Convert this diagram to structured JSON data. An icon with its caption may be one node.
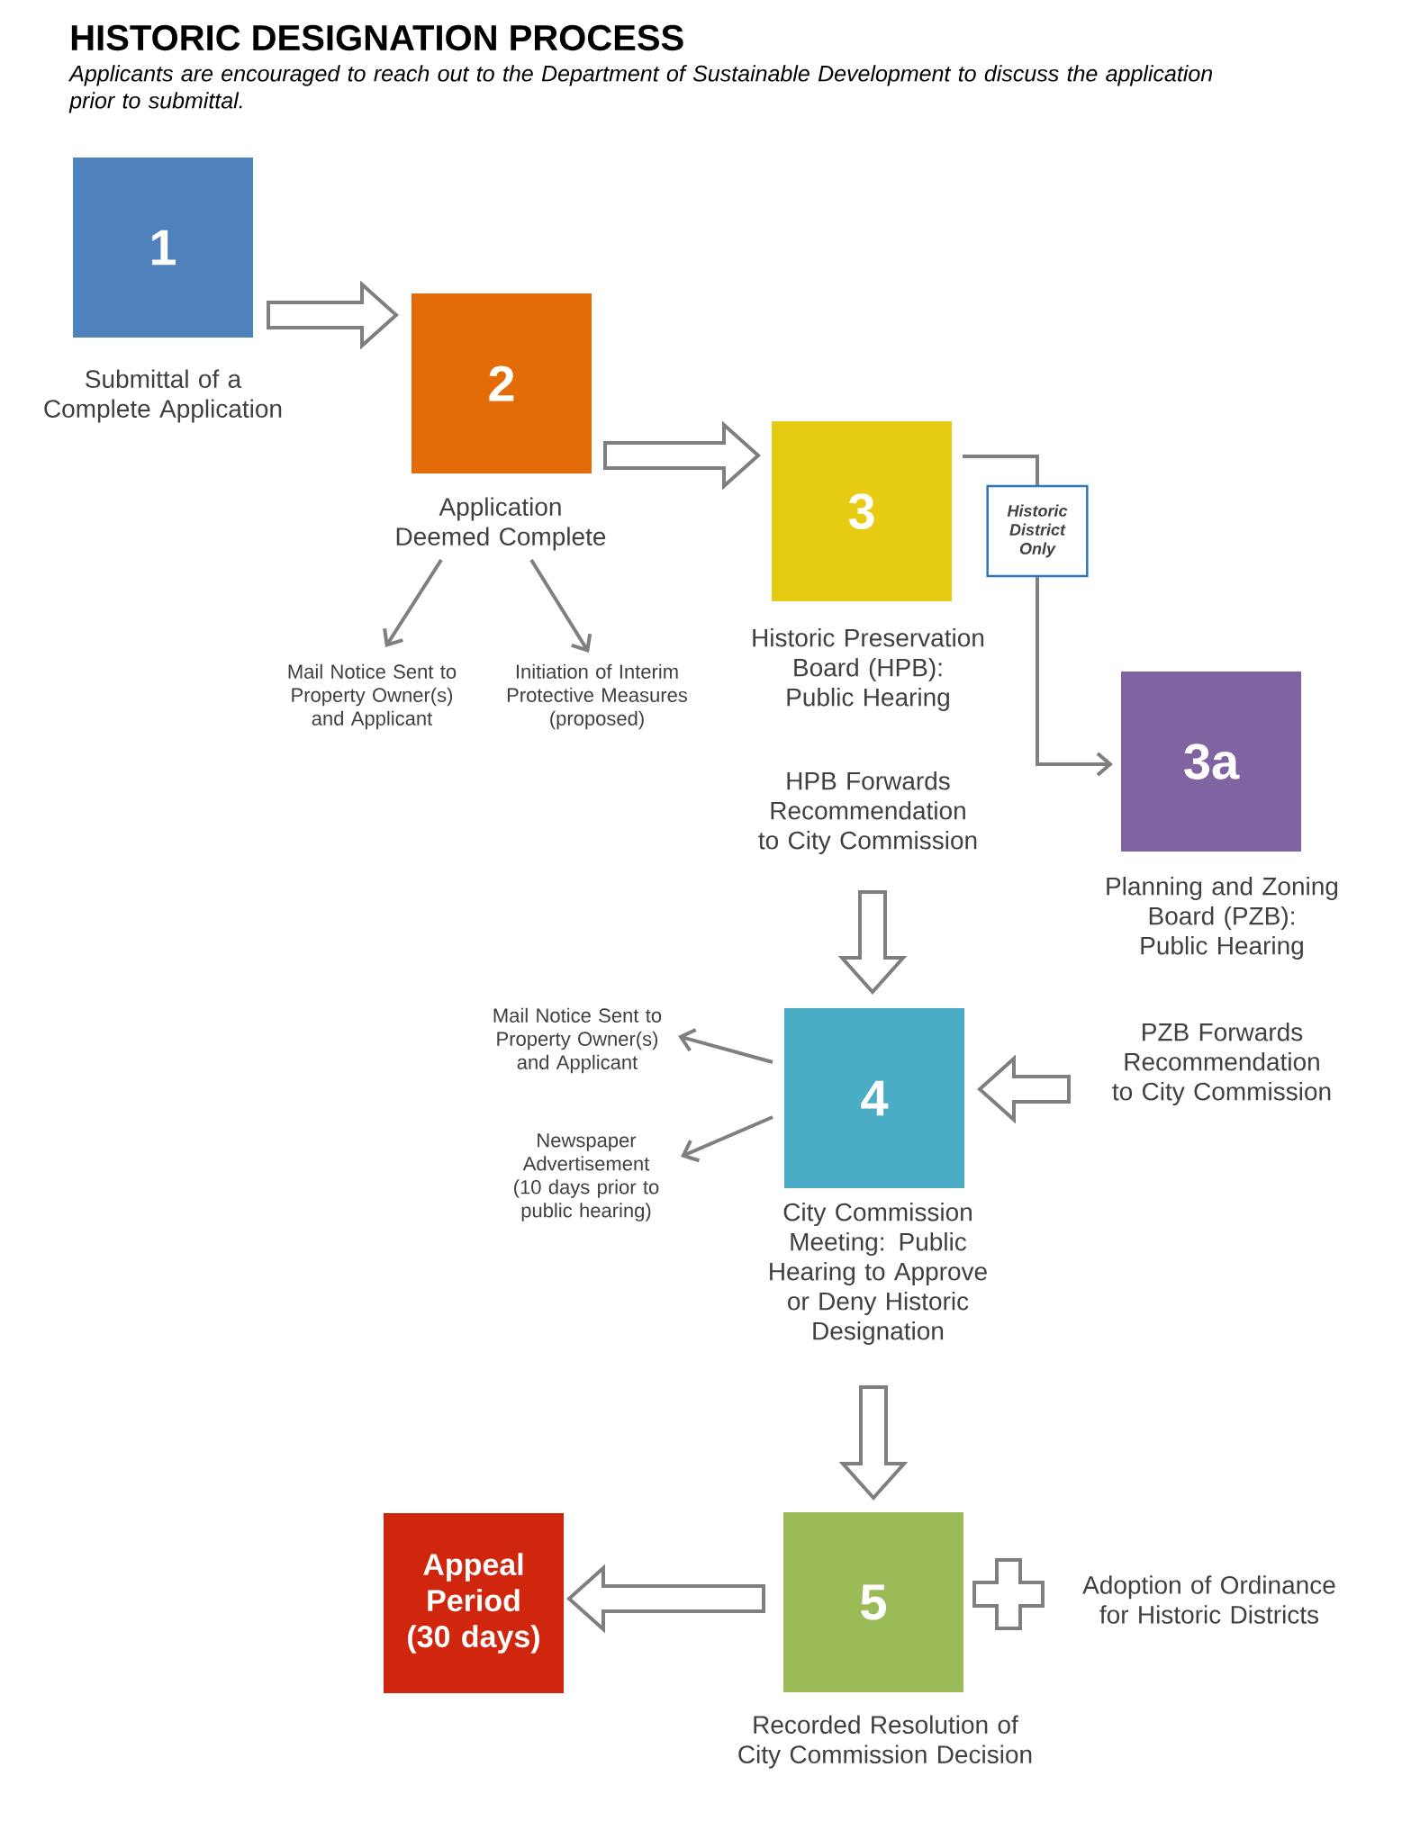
{
  "diagram": {
    "title": "HISTORIC DESIGNATION PROCESS",
    "caption": "Applicants are encouraged to reach out to the Department of Sustainable Development to discuss the application prior to submittal.",
    "nodes": [
      {
        "text": [
          "1"
        ],
        "beside": [
          "Submittal of a Complete Application"
        ]
      },
      {
        "text": [
          "2"
        ],
        "beside": [
          "Application Deemed Complete"
        ]
      },
      {
        "text": [
          "Mail Notice Sent to Property Owner(s) and Applicant"
        ]
      },
      {
        "text": [
          "Initiation of Interim Protective Measures (proposed)"
        ]
      },
      {
        "text": [
          "3"
        ],
        "beside": [
          "Historic Preservation Board (HPB): Public Hearing"
        ]
      },
      {
        "text": [
          "3a"
        ],
        "beside": [
          "Planning and Zoning Board (PZB): Public Hearing"
        ]
      },
      {
        "text": [
          "HPB Forwards Recommendation to City Commission"
        ]
      },
      {
        "text": [
          "PZB Forwards Recommendation to City Commission"
        ]
      },
      {
        "text": [
          "4"
        ],
        "beside": [
          "City Commission Meeting: Public Hearing to Approve or Deny Historic Designation"
        ]
      },
      {
        "text": [
          "Mail Notice Sent to Property Owner(s) and Applicant"
        ]
      },
      {
        "text": [
          "Newspaper Advertisement (10 days prior to public hearing)"
        ]
      },
      {
        "text": [
          "5"
        ],
        "beside": [
          "Recorded Resolution of City Commission Decision"
        ]
      },
      {
        "text": [
          "Appeal Period (30 days)"
        ]
      },
      {
        "text": [
          "Adoption of Ordinance for Historic Districts"
        ]
      }
    ],
    "edges": [
      {
        "from": 0,
        "to": 1,
        "arrow": "to",
        "style": "thick"
      },
      {
        "from": 1,
        "to": 2,
        "arrow": "to"
      },
      {
        "from": 1,
        "to": 3,
        "arrow": "to"
      },
      {
        "from": 1,
        "to": 4,
        "arrow": "to",
        "style": "thick"
      },
      {
        "from": 4,
        "to": 5,
        "arrow": "to",
        "label": "Historic District Only"
      },
      {
        "from": 6,
        "to": 8,
        "arrow": "to",
        "style": "thick"
      },
      {
        "from": 7,
        "to": 8,
        "arrow": "to",
        "style": "thick"
      },
      {
        "from": 8,
        "to": 9,
        "arrow": "to"
      },
      {
        "from": 8,
        "to": 10,
        "arrow": "to"
      },
      {
        "from": 8,
        "to": 11,
        "arrow": "to",
        "style": "thick"
      },
      {
        "from": 11,
        "to": 12,
        "arrow": "to",
        "style": "thick"
      }
    ]
  }
}
